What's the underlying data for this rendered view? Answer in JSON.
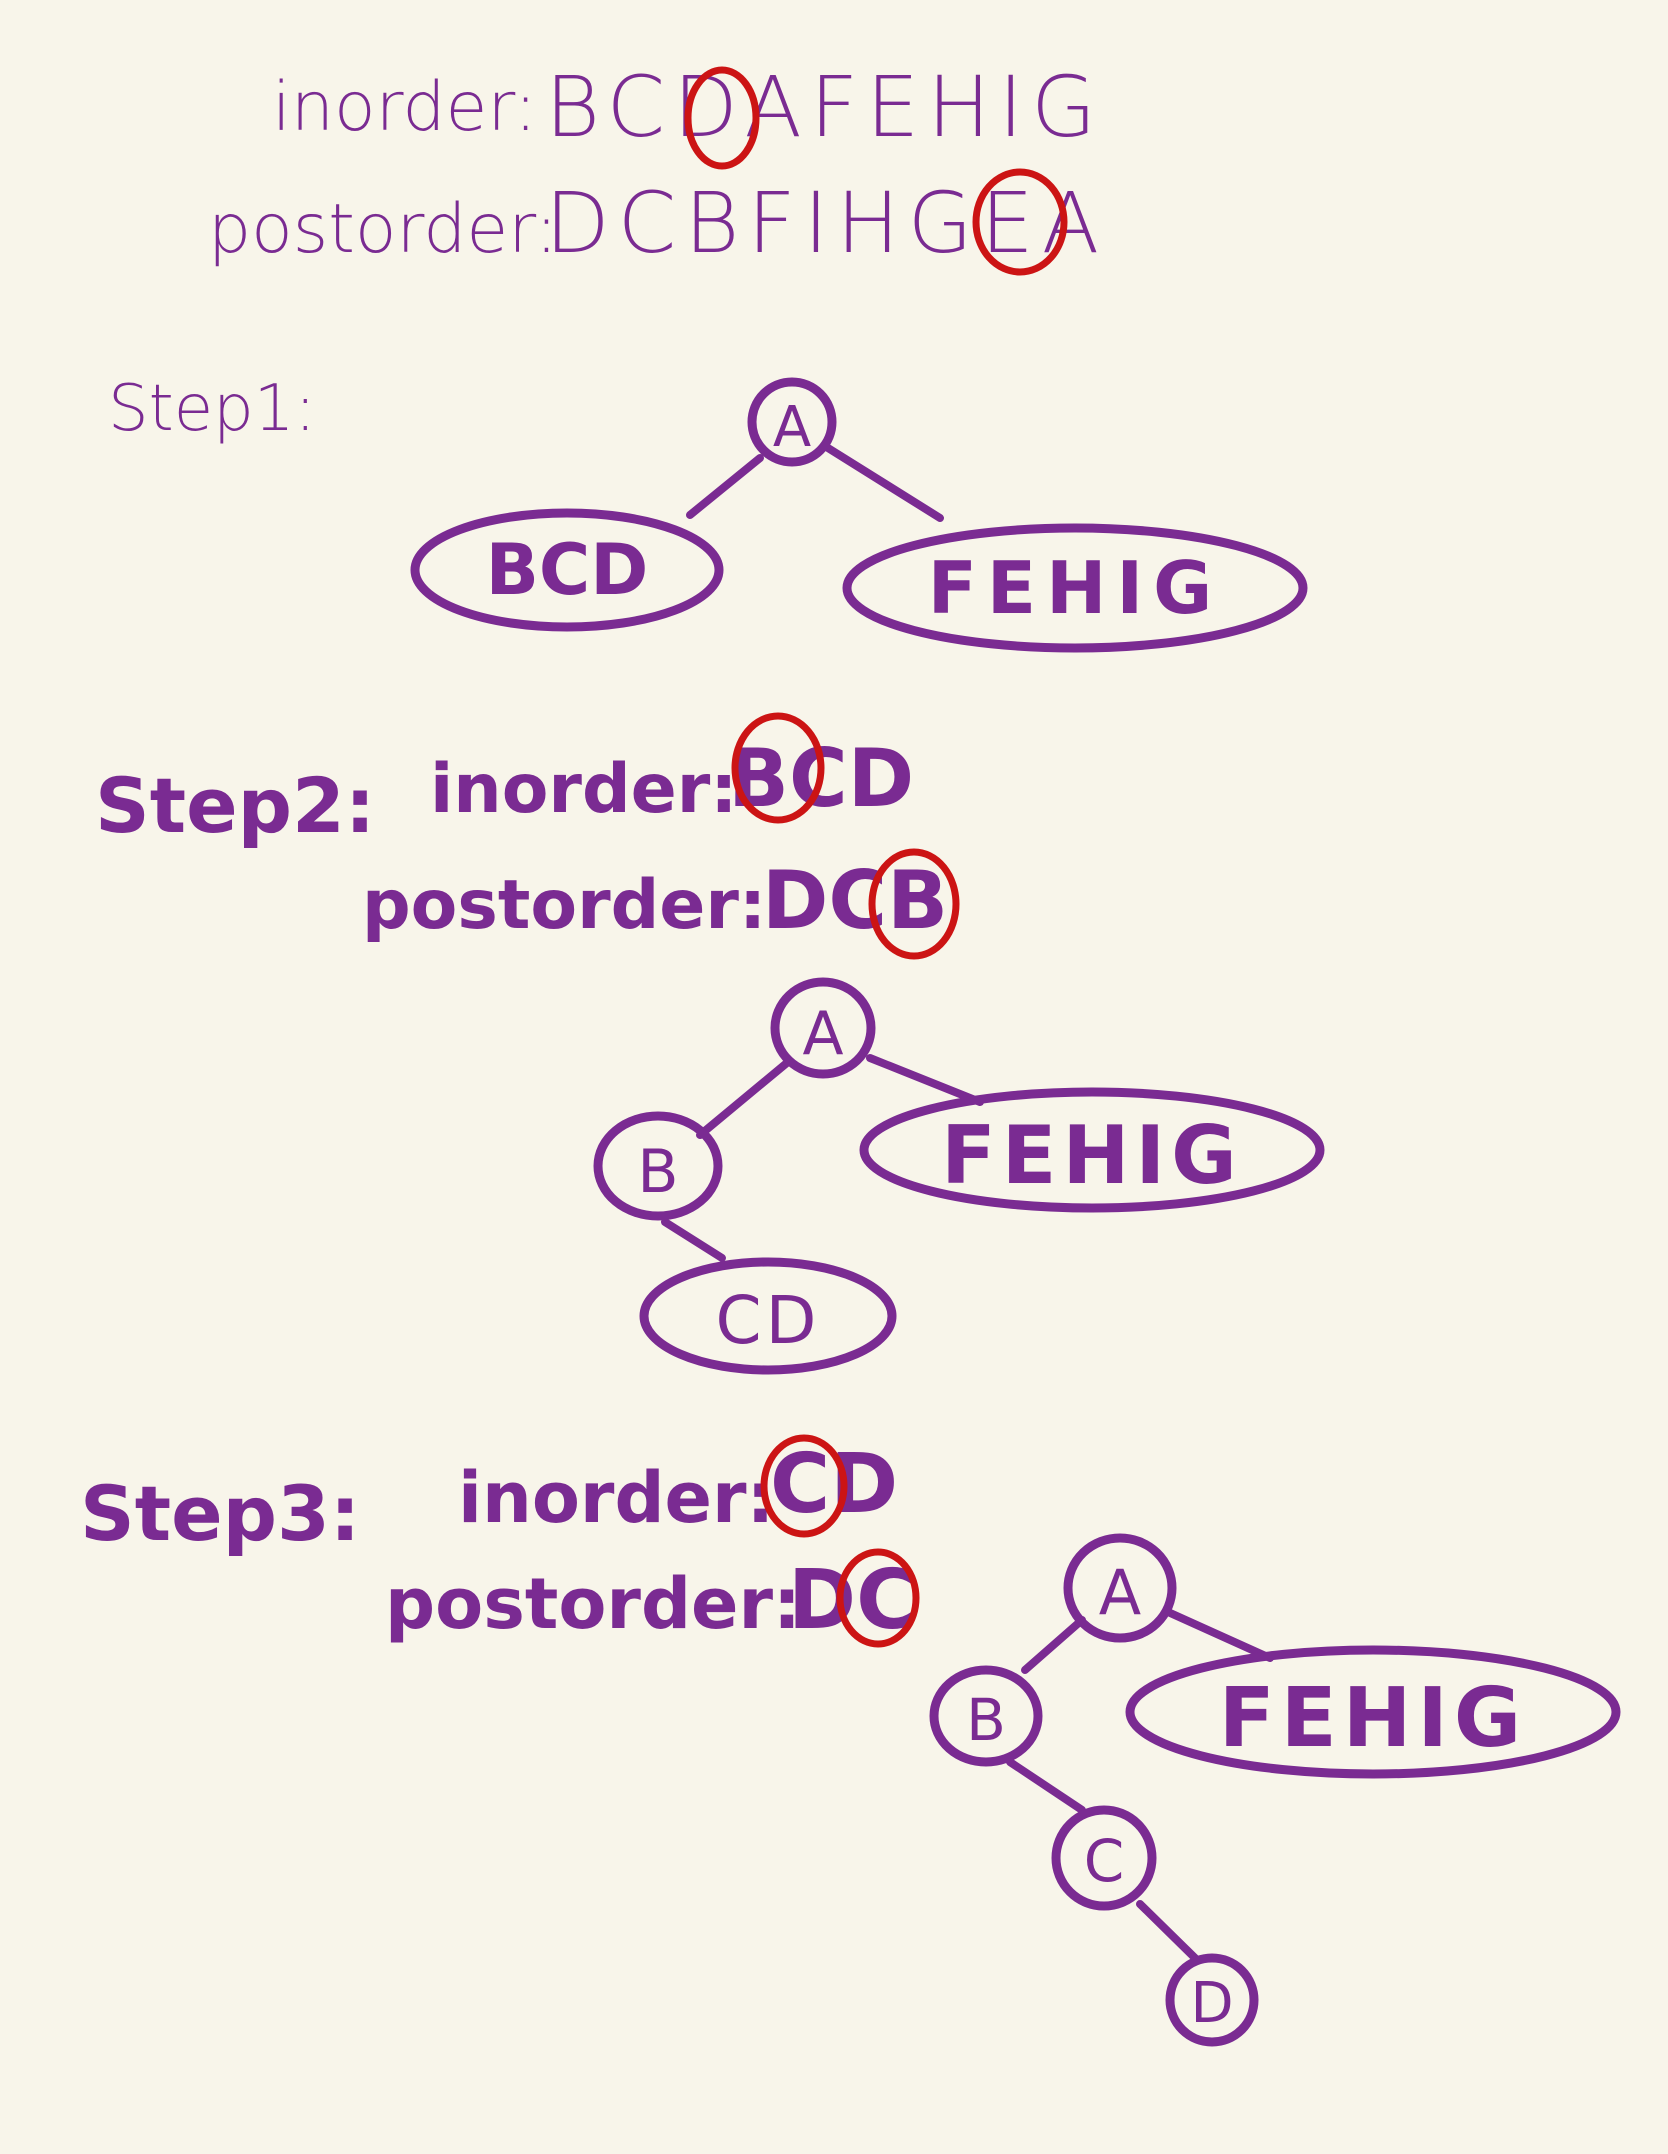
{
  "colors": {
    "ink": "#7a2b92",
    "highlight": "#cc1414",
    "paper": "#f8f5ea"
  },
  "header": {
    "inorder_label": "inorder:",
    "inorder_seq": "BCDAFEHIG",
    "postorder_label": "postorder:",
    "postorder_seq": "DCBFIHGEA"
  },
  "step1": {
    "title": "Step1:",
    "tree": {
      "root": "A",
      "left": "BCD",
      "right": "FEHIG"
    }
  },
  "step2": {
    "title": "Step2:",
    "inorder_label": "inorder:",
    "inorder_seq": "BCD",
    "postorder_label": "postorder:",
    "postorder_seq": "DCB",
    "tree": {
      "root": "A",
      "left": "B",
      "left_right": "CD",
      "right": "FEHIG"
    }
  },
  "step3": {
    "title": "Step3:",
    "inorder_label": "inorder:",
    "inorder_seq": "CD",
    "postorder_label": "postorder:",
    "postorder_seq": "DC",
    "tree": {
      "root": "A",
      "left": "B",
      "left_right": "C",
      "left_right_right": "D",
      "right": "FEHIG"
    }
  }
}
